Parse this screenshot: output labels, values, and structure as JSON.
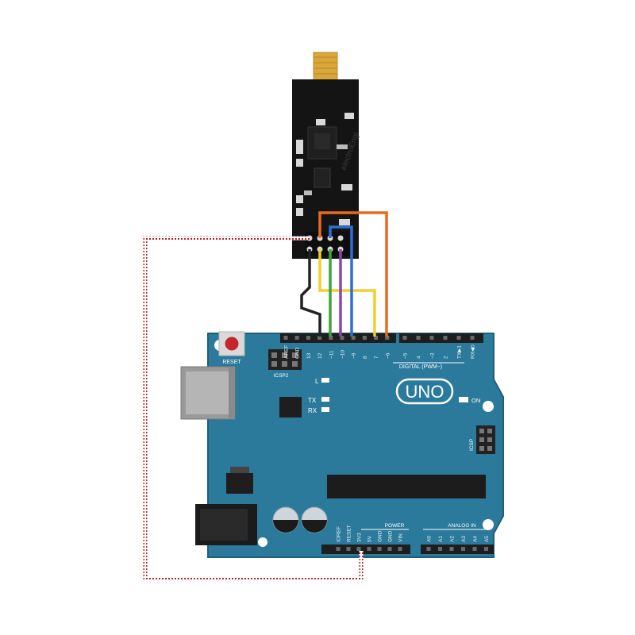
{
  "board": {
    "logo": "UNO",
    "reset_label": "RESET",
    "icsp2_label": "ICSP2",
    "icsp_label": "ICSP",
    "led_l": "L",
    "led_tx": "TX",
    "led_rx": "RX",
    "led_on": "ON",
    "digital_label": "DIGITAL (PWM~)",
    "power_label": "POWER",
    "analog_label": "ANALOG IN",
    "top_pins": [
      "AREF",
      "GND",
      "13",
      "12",
      "~11",
      "~10",
      "~9",
      "8",
      "7",
      "~6",
      "~5",
      "4",
      "~3",
      "2",
      "TX▶1",
      "RX◀0"
    ],
    "power_pins": [
      "IOREF",
      "RESET",
      "3V3",
      "5V",
      "GND",
      "GND",
      "VIN"
    ],
    "analog_pins": [
      "A0",
      "A1",
      "A2",
      "A3",
      "A4",
      "A5"
    ]
  },
  "module": {
    "watermark": "electroEngi"
  },
  "colors": {
    "board": "#2b7a9b",
    "board_dark": "#1f5f7a",
    "module": "#141414",
    "antenna": "#d9a63a",
    "wire_gnd": "#222222",
    "wire_yellow": "#f2cf2f",
    "wire_green": "#3fa63a",
    "wire_purple": "#8e44ad",
    "wire_blue": "#2f6fd0",
    "wire_orange": "#e86a1e",
    "wire_red": "#cc2222"
  }
}
